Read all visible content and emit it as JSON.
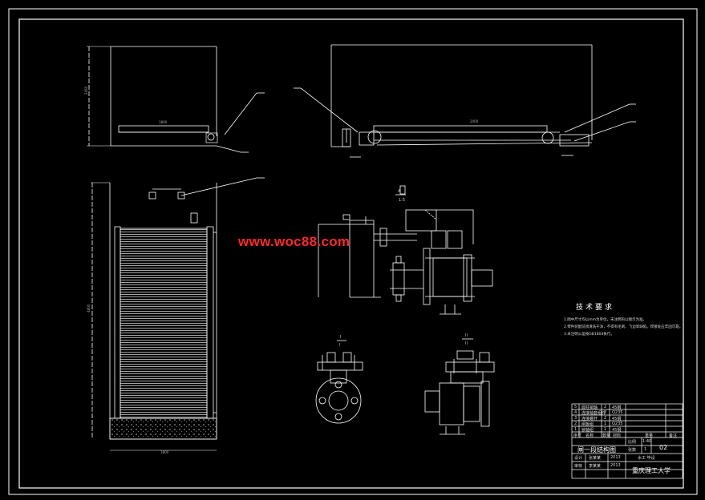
{
  "watermark": "www.woc88.com",
  "tech_requirements": {
    "title": "技术要求",
    "lines": [
      "1.图中尺寸均以mm为单位，未注明的以图示为准。",
      "2.零件装配前须清洗干净，不得有毛刺、飞边等缺陷。焊接处应牢固可靠。",
      "3.未注明公差按GB1804执行。"
    ]
  },
  "title_block": {
    "parts_rows": [
      {
        "no": "5",
        "name": "圆柱销轴",
        "qty": "2",
        "material": "45钢"
      },
      {
        "no": "4",
        "name": "连接轴套组件",
        "qty": "2",
        "material": "Q235"
      },
      {
        "no": "3",
        "name": "连接螺杆",
        "qty": "2",
        "material": "45钢"
      },
      {
        "no": "2",
        "name": "闸板组",
        "qty": "1",
        "material": "Q235"
      },
      {
        "no": "1",
        "name": "锁轴组",
        "qty": "1",
        "material": "45钢"
      }
    ],
    "header": {
      "no": "序号",
      "name": "名称",
      "qty": "数量",
      "material": "材料",
      "weight": "重量",
      "remark": "备注"
    },
    "drawing_title": "闸一段结构图",
    "scale_label": "比例",
    "scale": "1:40",
    "sheet_label": "张数",
    "sheet": "1",
    "drawing_no": "02",
    "designer_label": "设计",
    "designer": "张某某",
    "checker_label": "审核",
    "checker": "李某某",
    "date1": "2013",
    "date2": "2013",
    "class": "水工 毕设",
    "school": "重庆理工大学"
  }
}
